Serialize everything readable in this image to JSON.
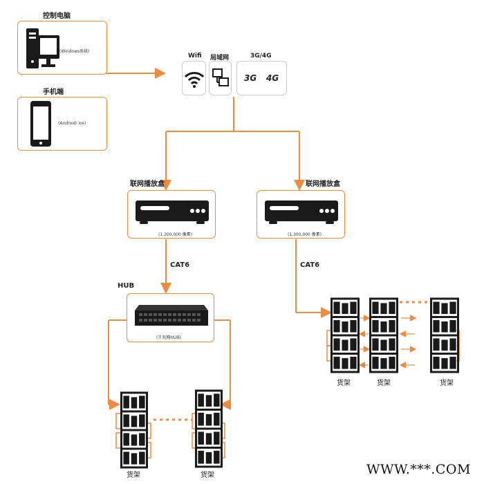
{
  "devices": {
    "pc_label": "控制电脑",
    "pc_os": "(Windows系统)",
    "phone_label": "手机端",
    "phone_os": "(Android/ ios)"
  },
  "network": {
    "wifi_label": "Wifi",
    "lan_label": "局域网",
    "cell_label": "3G/4G",
    "cell_3g": "3G",
    "cell_4g": "4G"
  },
  "players": {
    "left_label": "联网播放盒",
    "left_caption": "(1,300,000 像素)",
    "right_label": "联网播放盒",
    "right_caption": "(1,300,000 像素)"
  },
  "cables": {
    "left": "CAT6",
    "right": "CAT6"
  },
  "hub": {
    "label": "HUB",
    "caption": "(千兆网HUB)"
  },
  "shelves": {
    "left_a": "货架",
    "left_b": "货架",
    "right_a": "货架",
    "right_b": "货架",
    "right_c": "货架"
  },
  "watermark": "WWW.***.COM",
  "colors": {
    "accent": "#f08a3c",
    "dark": "#1a1a1a"
  }
}
